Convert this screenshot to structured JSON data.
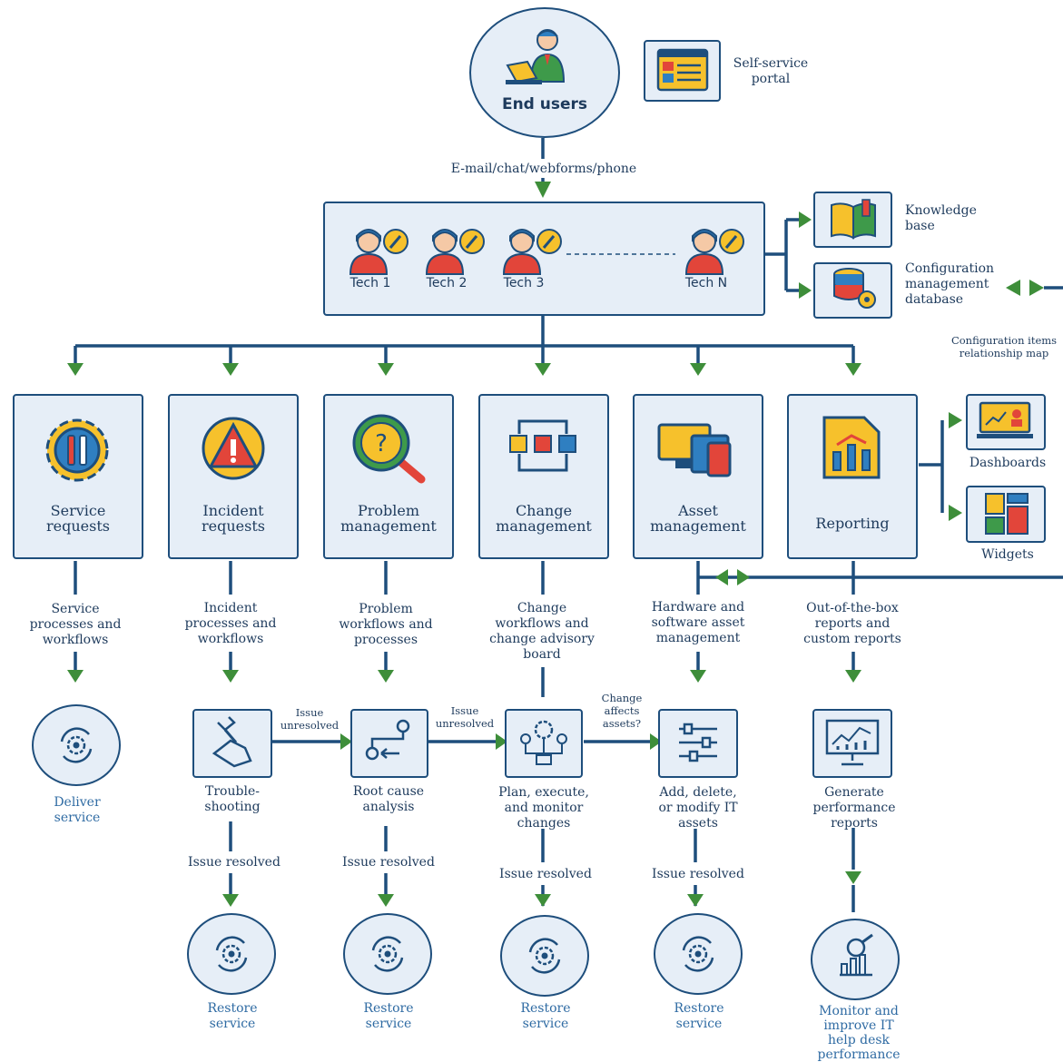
{
  "end_users": "End users",
  "self_service": "Self-service\nportal",
  "channel": "E-mail/chat/webforms/phone",
  "techs": [
    "Tech 1",
    "Tech 2",
    "Tech 3",
    "Tech N"
  ],
  "knowledge_base": "Knowledge\nbase",
  "cmdb": "Configuration\nmanagement\ndatabase",
  "ci_map": "Configuration items\nrelationship map",
  "modules": [
    "Service\nrequests",
    "Incident\nrequests",
    "Problem\nmanagement",
    "Change\nmanagement",
    "Asset\nmanagement",
    "Reporting"
  ],
  "dashboards": "Dashboards",
  "widgets": "Widgets",
  "processes": [
    "Service\nprocesses and\nworkflows",
    "Incident\nprocesses and\nworkflows",
    "Problem\nworkflows and\nprocesses",
    "Change\nworkflows and\nchange advisory\nboard",
    "Hardware and\nsoftware asset\nmanagement",
    "Out-of-the-box\nreports and\ncustom reports"
  ],
  "deliver": "Deliver\nservice",
  "steps": [
    "Trouble-\nshooting",
    "Root cause\nanalysis",
    "Plan, execute,\nand monitor\nchanges",
    "Add, delete,\nor modify IT\nassets",
    "Generate\nperformance\nreports"
  ],
  "connector_labels": {
    "issue_unresolved_1": "Issue\nunresolved",
    "issue_unresolved_2": "Issue\nunresolved",
    "change_affects": "Change\naffects\nassets?"
  },
  "issue_resolved": [
    "Issue resolved",
    "Issue resolved",
    "Issue resolved",
    "Issue resolved"
  ],
  "restore": [
    "Restore\nservice",
    "Restore\nservice",
    "Restore\nservice",
    "Restore\nservice"
  ],
  "monitor": "Monitor and\nimprove IT\nhelp desk\nperformance",
  "colors": {
    "line": "#1e4e7c",
    "arrow": "#3e8e3a",
    "box_fill": "#e6eef7",
    "text": "#1d3a5c",
    "accent_yellow": "#f6c12c",
    "accent_red": "#e2453a",
    "accent_blue": "#2f7fc1"
  }
}
